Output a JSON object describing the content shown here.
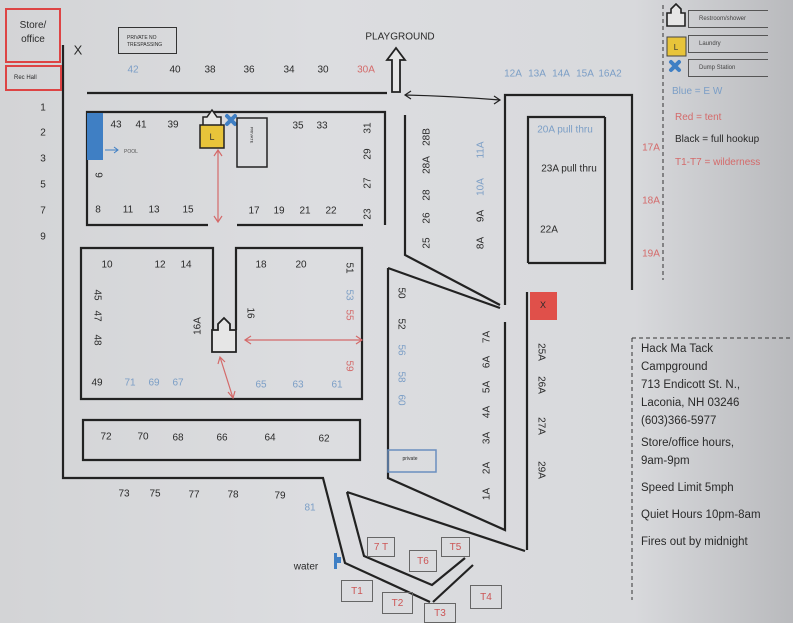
{
  "buildings": {
    "store_office": "Store/ office",
    "rec_hall": "Rec Hall",
    "private_no_trespassing": "PRIVATE NO TRESPASSING",
    "x_mark": "X",
    "playground": "PLAYGROUND",
    "pool": "POOL",
    "laundry_letter": "L",
    "private_building": "PRIVATE",
    "private_lot": "private",
    "red_marker": "X",
    "water": "water"
  },
  "legend": {
    "items": [
      {
        "icon": "restroom-icon",
        "label": "Restroom/shower"
      },
      {
        "icon": "laundry-icon",
        "label": "Laundry"
      },
      {
        "icon": "dump-station-icon",
        "label": "Dump Station"
      }
    ],
    "color_key": [
      {
        "text": "Blue  =  E W",
        "color": "#7b9ec6"
      },
      {
        "text": "Red = tent",
        "color": "#d46a6a"
      },
      {
        "text": "Black  = full hookup",
        "color": "#2a2a2a"
      },
      {
        "text": "T1-T7  = wilderness",
        "color": "#d46a6a"
      }
    ]
  },
  "info": {
    "name_line1": "Hack Ma Tack",
    "name_line2": "Campground",
    "address1": "713 Endicott St. N.,",
    "address2": "Laconia, NH 03246",
    "phone": "(603)366-5977",
    "hours_label": "Store/office hours,",
    "hours": "9am-9pm",
    "speed_limit": "Speed Limit 5mph",
    "quiet_hours": "Quiet Hours 10pm-8am",
    "fires": "Fires out by midnight"
  },
  "colors": {
    "blue_ew": "#7b9ec6",
    "red_tent": "#d46a6a",
    "laundry": "#e8c43a",
    "pool": "#3f7fc4",
    "red_marker": "#e0504a"
  },
  "sites": [
    {
      "label": "42",
      "type": "blue"
    },
    {
      "label": "40",
      "type": "black"
    },
    {
      "label": "38",
      "type": "black"
    },
    {
      "label": "36",
      "type": "black"
    },
    {
      "label": "34",
      "type": "black"
    },
    {
      "label": "30",
      "type": "black"
    },
    {
      "label": "30A",
      "type": "red"
    },
    {
      "label": "1",
      "type": "black"
    },
    {
      "label": "2",
      "type": "black"
    },
    {
      "label": "3",
      "type": "black"
    },
    {
      "label": "5",
      "type": "black"
    },
    {
      "label": "7",
      "type": "black"
    },
    {
      "label": "9",
      "type": "black"
    },
    {
      "label": "43",
      "type": "black"
    },
    {
      "label": "41",
      "type": "black"
    },
    {
      "label": "39",
      "type": "black"
    },
    {
      "label": "35",
      "type": "black"
    },
    {
      "label": "33",
      "type": "black"
    },
    {
      "label": "31",
      "type": "black"
    },
    {
      "label": "29",
      "type": "black"
    },
    {
      "label": "27",
      "type": "black"
    },
    {
      "label": "23",
      "type": "black"
    },
    {
      "label": "9",
      "type": "black"
    },
    {
      "label": "8",
      "type": "black"
    },
    {
      "label": "11",
      "type": "black"
    },
    {
      "label": "13",
      "type": "black"
    },
    {
      "label": "15",
      "type": "black"
    },
    {
      "label": "17",
      "type": "black"
    },
    {
      "label": "19",
      "type": "black"
    },
    {
      "label": "21",
      "type": "black"
    },
    {
      "label": "22",
      "type": "black"
    },
    {
      "label": "28B",
      "type": "black"
    },
    {
      "label": "28A",
      "type": "black"
    },
    {
      "label": "28",
      "type": "black"
    },
    {
      "label": "26",
      "type": "black"
    },
    {
      "label": "25",
      "type": "black"
    },
    {
      "label": "11A",
      "type": "blue"
    },
    {
      "label": "10A",
      "type": "blue"
    },
    {
      "label": "9A",
      "type": "black"
    },
    {
      "label": "8A",
      "type": "black"
    },
    {
      "label": "12A",
      "type": "blue"
    },
    {
      "label": "13A",
      "type": "blue"
    },
    {
      "label": "14A",
      "type": "blue"
    },
    {
      "label": "15A",
      "type": "blue"
    },
    {
      "label": "16A2",
      "type": "blue"
    },
    {
      "label": "20A pull thru",
      "type": "blue"
    },
    {
      "label": "23A pull thru",
      "type": "black"
    },
    {
      "label": "22A",
      "type": "black"
    },
    {
      "label": "17A",
      "type": "red"
    },
    {
      "label": "18A",
      "type": "red"
    },
    {
      "label": "19A",
      "type": "red"
    },
    {
      "label": "10",
      "type": "black"
    },
    {
      "label": "12",
      "type": "black"
    },
    {
      "label": "14",
      "type": "black"
    },
    {
      "label": "18",
      "type": "black"
    },
    {
      "label": "20",
      "type": "black"
    },
    {
      "label": "51",
      "type": "black"
    },
    {
      "label": "53",
      "type": "blue"
    },
    {
      "label": "55",
      "type": "red"
    },
    {
      "label": "59",
      "type": "red"
    },
    {
      "label": "45",
      "type": "black"
    },
    {
      "label": "47",
      "type": "black"
    },
    {
      "label": "48",
      "type": "black"
    },
    {
      "label": "16A",
      "type": "black"
    },
    {
      "label": "16",
      "type": "black"
    },
    {
      "label": "49",
      "type": "black"
    },
    {
      "label": "71",
      "type": "blue"
    },
    {
      "label": "69",
      "type": "blue"
    },
    {
      "label": "67",
      "type": "blue"
    },
    {
      "label": "65",
      "type": "blue"
    },
    {
      "label": "63",
      "type": "blue"
    },
    {
      "label": "61",
      "type": "blue"
    },
    {
      "label": "72",
      "type": "black"
    },
    {
      "label": "70",
      "type": "black"
    },
    {
      "label": "68",
      "type": "black"
    },
    {
      "label": "66",
      "type": "black"
    },
    {
      "label": "64",
      "type": "black"
    },
    {
      "label": "62",
      "type": "black"
    },
    {
      "label": "50",
      "type": "black"
    },
    {
      "label": "52",
      "type": "black"
    },
    {
      "label": "56",
      "type": "blue"
    },
    {
      "label": "58",
      "type": "blue"
    },
    {
      "label": "60",
      "type": "blue"
    },
    {
      "label": "7A",
      "type": "black"
    },
    {
      "label": "6A",
      "type": "black"
    },
    {
      "label": "5A",
      "type": "black"
    },
    {
      "label": "4A",
      "type": "black"
    },
    {
      "label": "3A",
      "type": "black"
    },
    {
      "label": "2A",
      "type": "black"
    },
    {
      "label": "1A",
      "type": "black"
    },
    {
      "label": "25A",
      "type": "black"
    },
    {
      "label": "26A",
      "type": "black"
    },
    {
      "label": "27A",
      "type": "black"
    },
    {
      "label": "29A",
      "type": "black"
    },
    {
      "label": "73",
      "type": "black"
    },
    {
      "label": "75",
      "type": "black"
    },
    {
      "label": "77",
      "type": "black"
    },
    {
      "label": "78",
      "type": "black"
    },
    {
      "label": "79",
      "type": "black"
    },
    {
      "label": "81",
      "type": "blue"
    }
  ],
  "tent_sites": [
    "7 T",
    "T6",
    "T5",
    "T1",
    "T2",
    "T3",
    "T4"
  ]
}
